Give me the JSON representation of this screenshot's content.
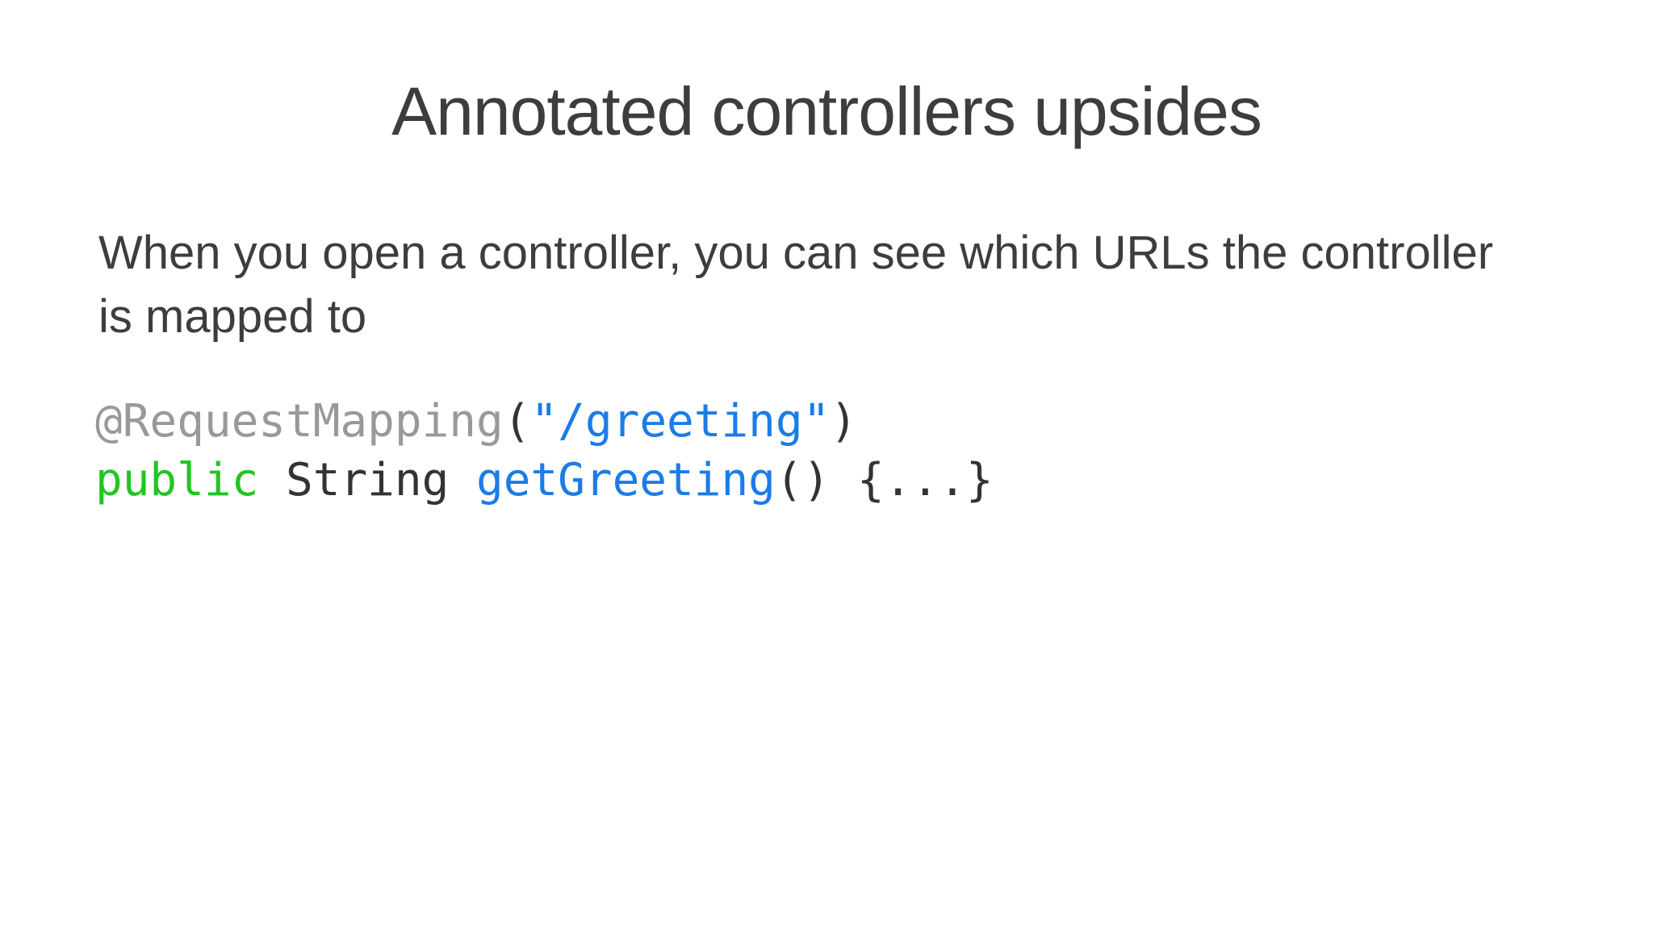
{
  "slide": {
    "title": "Annotated controllers upsides",
    "body": {
      "line1": "When you open a controller, you can see which URLs the controller",
      "line2": "is mapped to"
    },
    "code": {
      "line1": {
        "annotation": "@RequestMapping",
        "open_paren": "(",
        "string_arg": "\"/greeting\"",
        "close_paren": ")"
      },
      "line2": {
        "keyword": "public",
        "return_type": " String ",
        "method_name": "getGreeting",
        "signature_rest": "() {...}"
      }
    },
    "colors": {
      "background": "#ffffff",
      "heading_text": "#3d3d3d",
      "body_text": "#3d3d3d",
      "code_plain": "#333333",
      "code_annotation_gray": "#999999",
      "code_string_blue": "#1a7ce8",
      "code_method_blue": "#1a7ce8",
      "code_keyword_green": "#22c522"
    }
  }
}
